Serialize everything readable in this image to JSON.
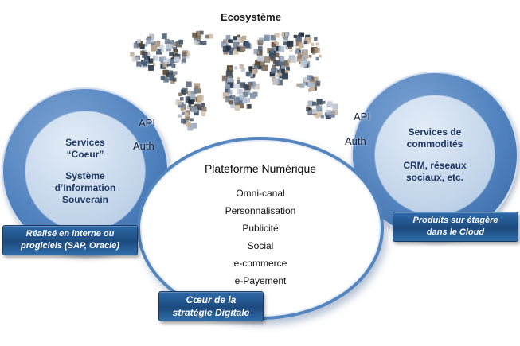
{
  "ecosystem_label": "Ecosystème",
  "left_node": {
    "title": "Services\n“Coeur”",
    "subtitle": "Système\nd’Information\nSouverain",
    "api_label": "API",
    "auth_label": "Auth",
    "banner": "Réalisé en interne ou\nprogiciels (SAP, Oracle)"
  },
  "right_node": {
    "title": "Services de\ncommodités",
    "subtitle": "CRM, réseaux\nsociaux, etc.",
    "api_label": "API",
    "auth_label": "Auth",
    "banner": "Produits sur étagère\ndans le Cloud"
  },
  "platform": {
    "title": "Plateforme Numérique",
    "items": [
      "Omni-canal",
      "Personnalisation",
      "Publicité",
      "Social",
      "e-commerce",
      "e-Payement"
    ],
    "banner": "Cœur de la\nstratégie Digitale"
  },
  "colors": {
    "circle_outer": "#4f81bd",
    "circle_inner": "#c3d5ea",
    "ellipse_border": "#5585be",
    "banner_bg": "#1c4a7e",
    "banner_text": "#ffffff",
    "circle_text": "#1f3864"
  }
}
